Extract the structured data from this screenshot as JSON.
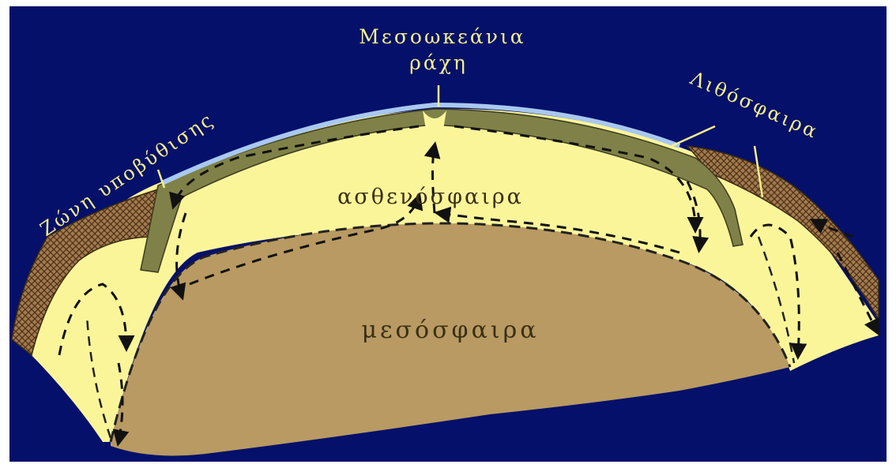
{
  "labels": {
    "ridge_line1": "Μεσοωκεάνια",
    "ridge_line2": "ράχη",
    "subduction": "Ζώνη υποβύθισης",
    "lithosphere": "Λιθόσφαιρα",
    "asthenosphere": "ασθενόσφαιρα",
    "mesosphere": "μεσόσφαιρα"
  },
  "colors": {
    "ocean": "#05106a",
    "asthenosphere": "#fbf59a",
    "mesosphere": "#b89a62",
    "lithosphere_plate": "#7f8148",
    "continental_crust": "#a37a4d",
    "water_layer": "#a9c8f0",
    "label_text": "#f5ef8a",
    "inner_text": "#3a2f14",
    "arrows": "#111111"
  }
}
